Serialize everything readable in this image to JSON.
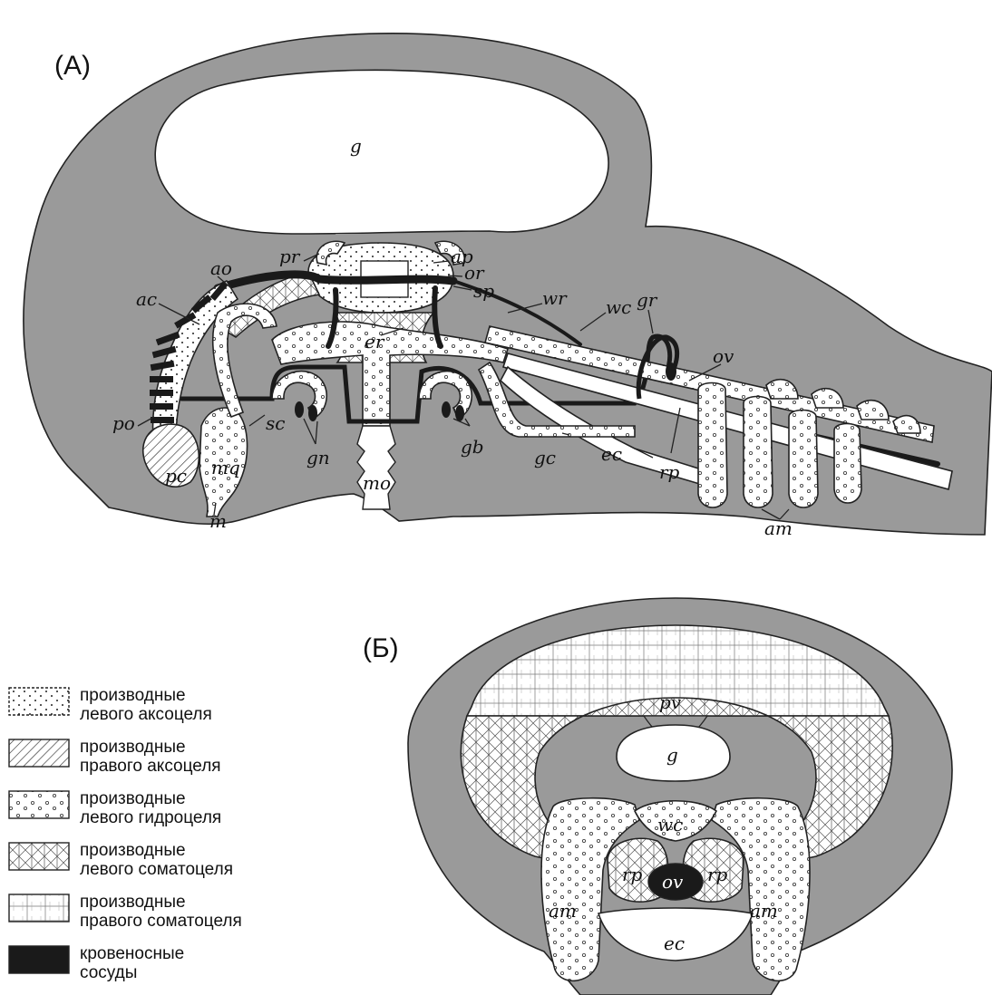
{
  "panels": {
    "a": "(A)",
    "b": "(Б)"
  },
  "labels_a": {
    "g": "g",
    "pr": "pr",
    "ao": "ao",
    "ap": "ap",
    "or": "or",
    "ac": "ac",
    "sp": "sp",
    "wr": "wr",
    "wc": "wc",
    "gr": "gr",
    "er": "er",
    "ov": "ov",
    "po": "po",
    "pc": "pc",
    "mq": "mq",
    "sc": "sc",
    "gn": "gn",
    "mo": "mo",
    "gb": "gb",
    "gc": "gc",
    "ec": "ec",
    "rp": "rp",
    "m": "m",
    "am": "am"
  },
  "labels_b": {
    "pv": "pv",
    "g": "g",
    "wc": "wc",
    "rp_left": "rp",
    "ov": "ov",
    "rp_right": "rp",
    "am_left": "am",
    "am_right": "am",
    "ec": "ec"
  },
  "legend": [
    {
      "line1": "производные",
      "line2": "левого аксоцеля",
      "pattern": "dots"
    },
    {
      "line1": "производные",
      "line2": "правого аксоцеля",
      "pattern": "hatch"
    },
    {
      "line1": "производные",
      "line2": "левого гидроцеля",
      "pattern": "circles"
    },
    {
      "line1": "производные",
      "line2": "левого соматоцеля",
      "pattern": "triangles"
    },
    {
      "line1": "производные",
      "line2": "правого соматоцеля",
      "pattern": "crosses"
    },
    {
      "line1": "кровеносные",
      "line2": "сосуды",
      "pattern": "solid"
    }
  ],
  "colors": {
    "body": "#9a9a9a",
    "vessel": "#1a1a1a",
    "cavity": "#ffffff",
    "line": "#222222"
  }
}
